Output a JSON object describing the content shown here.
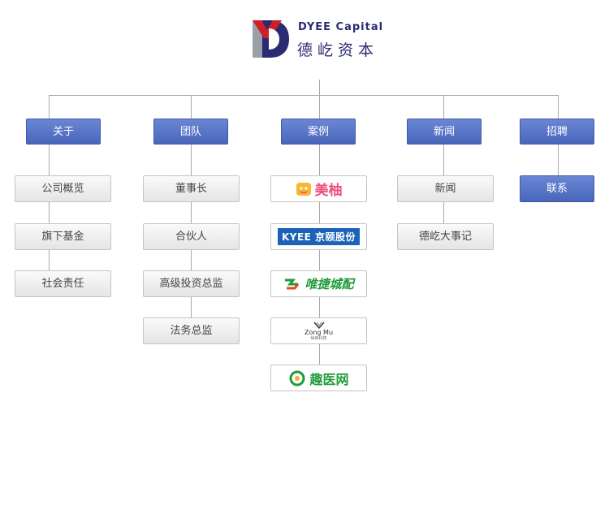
{
  "brand": {
    "name_en": "DYEE Capital",
    "name_cn": "德屹资本"
  },
  "colors": {
    "header_blue": "#5572c6",
    "brand_navy": "#2b2b72",
    "brand_red": "#d11f2a",
    "line_gray": "#a9a9a9"
  },
  "columns": [
    {
      "title": "关于",
      "items": [
        "公司概览",
        "旗下基金",
        "社会责任"
      ]
    },
    {
      "title": "团队",
      "items": [
        "董事长",
        "合伙人",
        "高级投资总监",
        "法务总监"
      ]
    },
    {
      "title": "案例",
      "logos": [
        {
          "icon": "meiyou-logo-icon",
          "text": "美柚",
          "color": "#ee4f7c"
        },
        {
          "icon": "kyee-logo-icon",
          "text": "KYEE 京颐股份",
          "color": "#ffffff",
          "bg": "#1c63b8"
        },
        {
          "icon": "weijie-logo-icon",
          "text": "唯捷城配",
          "color": "#1f9a3a",
          "accent": "#e24a1c"
        },
        {
          "icon": "zongmu-logo-icon",
          "text": "Zong Mu",
          "sub": "纵目科技",
          "color": "#333333"
        },
        {
          "icon": "quyiwang-logo-icon",
          "text": "趣医网",
          "color": "#1f9a3a"
        }
      ]
    },
    {
      "title": "新闻",
      "items": [
        "新闻",
        "德屹大事记"
      ]
    },
    {
      "title": "招聘",
      "items": [
        "联系"
      ]
    }
  ]
}
